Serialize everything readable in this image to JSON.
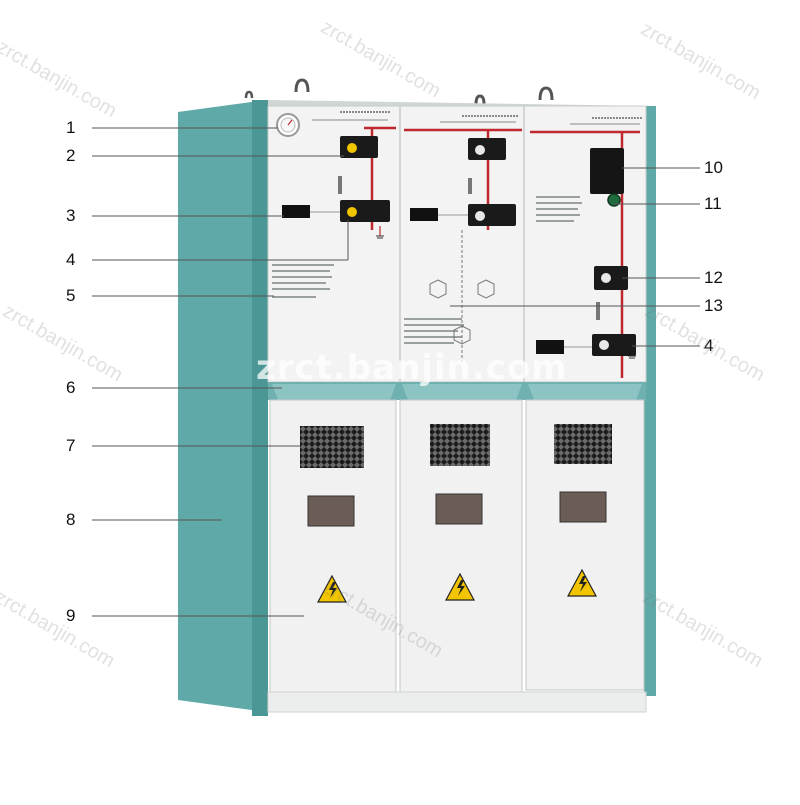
{
  "colors": {
    "cabinet_teal": "#5fa9a8",
    "cabinet_teal_dark": "#3e8786",
    "panel_white": "#f2f3f2",
    "busbar_red": "#c0282f",
    "label_line": "#555555",
    "warning_yellow": "#f2c500"
  },
  "watermark": {
    "text": "zrct.banjin.com",
    "center_text": "zrct.banjin.com"
  },
  "callouts": {
    "left": [
      "1",
      "2",
      "3",
      "4",
      "5",
      "6",
      "7",
      "8",
      "9"
    ],
    "right": [
      "10",
      "11",
      "12",
      "13",
      "4"
    ]
  },
  "icons": {
    "hazard": "high-voltage-warning-icon",
    "vent": "ventilation-grille",
    "lift": "lifting-eye"
  }
}
